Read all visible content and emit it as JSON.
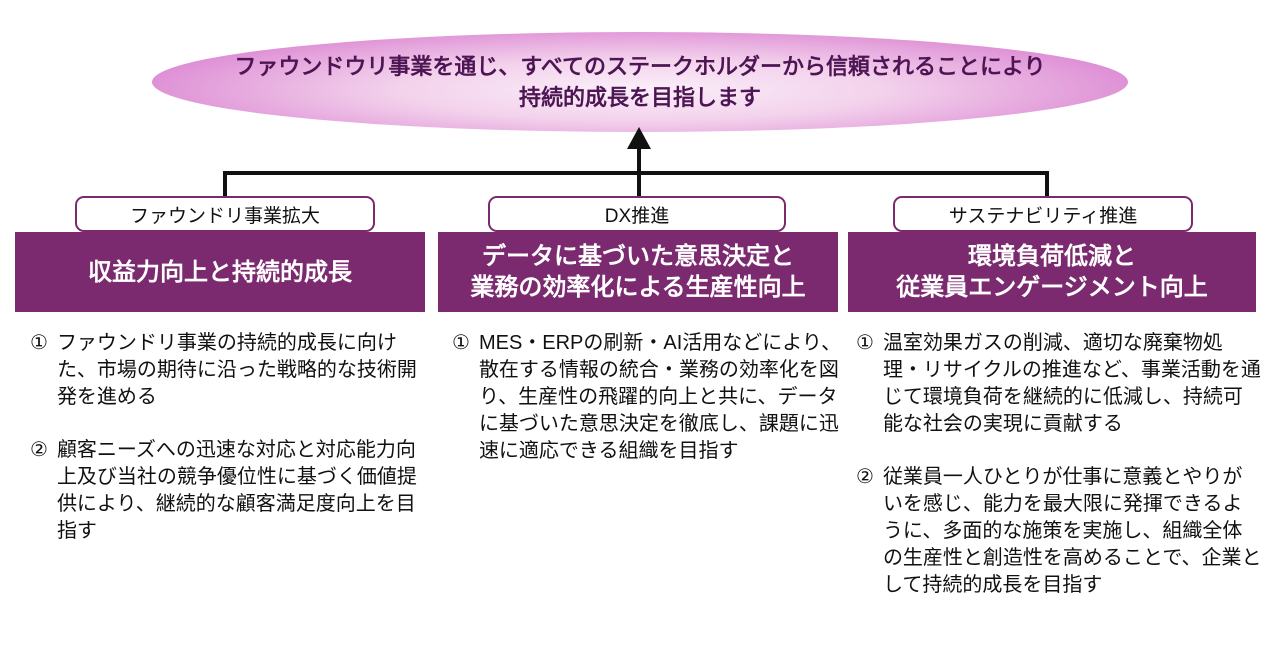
{
  "vision": {
    "line1": "ファウンドウリ事業を通じ、すべてのステークホルダーから信頼されることにより",
    "line2": "持続的成長を目指します"
  },
  "columns": [
    {
      "tag": "ファウンドリ事業拡大",
      "heading": "収益力向上と持続的成長",
      "items": [
        {
          "marker": "①",
          "text": "ファウンドリ事業の持続的成長に向けた、市場の期待に沿った戦略的な技術開発を進める"
        },
        {
          "marker": "②",
          "text": "顧客ニーズへの迅速な対応と対応能力向上及び当社の競争優位性に基づく価値提供により、継続的な顧客満足度向上を目指す"
        }
      ]
    },
    {
      "tag": "DX推進",
      "heading": "データに基づいた意思決定と\n業務の効率化による生産性向上",
      "items": [
        {
          "marker": "①",
          "text": "MES・ERPの刷新・AI活用などにより、散在する情報の統合・業務の効率化を図り、生産性の飛躍的向上と共に、データに基づいた意思決定を徹底し、課題に迅速に適応できる組織を目指す"
        }
      ]
    },
    {
      "tag": "サステナビリティ推進",
      "heading": "環境負荷低減と\n従業員エンゲージメント向上",
      "items": [
        {
          "marker": "①",
          "text": "温室効果ガスの削減、適切な廃棄物処理・リサイクルの推進など、事業活動を通じて環境負荷を継続的に低減し、持続可能な社会の実現に貢献する"
        },
        {
          "marker": "②",
          "text": "従業員一人ひとりが仕事に意義とやりがいを感じ、能力を最大限に発揮できるように、多面的な施策を実施し、組織全体の生産性と創造性を高めることで、企業として持続的成長を目指す"
        }
      ]
    }
  ],
  "colors": {
    "panel": "#7C2A6F",
    "panel_text": "#FFFFFF",
    "tag_border": "#7C2A6F",
    "tag_text": "#111111",
    "body_text": "#111111",
    "connector": "#111111",
    "ellipse_text": "#4D1553",
    "ellipse_center": "#FBEFF9",
    "ellipse_mid": "#F3D2EC",
    "ellipse_edge": "#DB86D2"
  }
}
